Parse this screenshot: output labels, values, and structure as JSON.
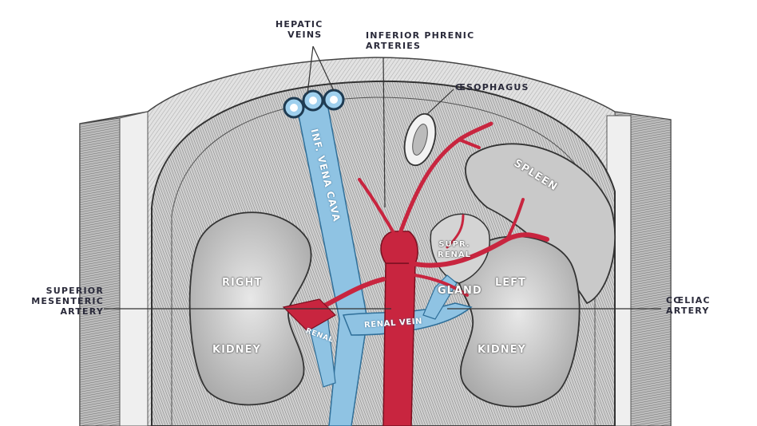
{
  "labels": {
    "hepatic_veins": [
      "HEPATIC",
      "VEINS"
    ],
    "inferior_phrenic_arteries": [
      "INFERIOR PHRENIC",
      "ARTERIES"
    ],
    "oesophagus": "ŒSOPHAGUS",
    "spleen": "SPLEEN",
    "inf_vena_cava": "INF. VENA CAVA",
    "supra_renal": [
      "SUPR.",
      "RENAL"
    ],
    "gland": "GLAND",
    "right": "RIGHT",
    "left": "LEFT",
    "kidney_right": "KIDNEY",
    "kidney_left": "KIDNEY",
    "renal_vein": "RENAL VEIN",
    "renal": "RENAL",
    "superior_mesenteric_artery": [
      "SUPERIOR",
      "MESENTERIC",
      "ARTERY"
    ],
    "coeliac_artery": [
      "CŒLIAC",
      "ARTERY"
    ]
  },
  "colors": {
    "artery": "#c8253f",
    "vein": "#7fb8dc",
    "tissue": "#d9d9d9",
    "outline": "#3a3a3a",
    "label": "#2a2a3a"
  }
}
